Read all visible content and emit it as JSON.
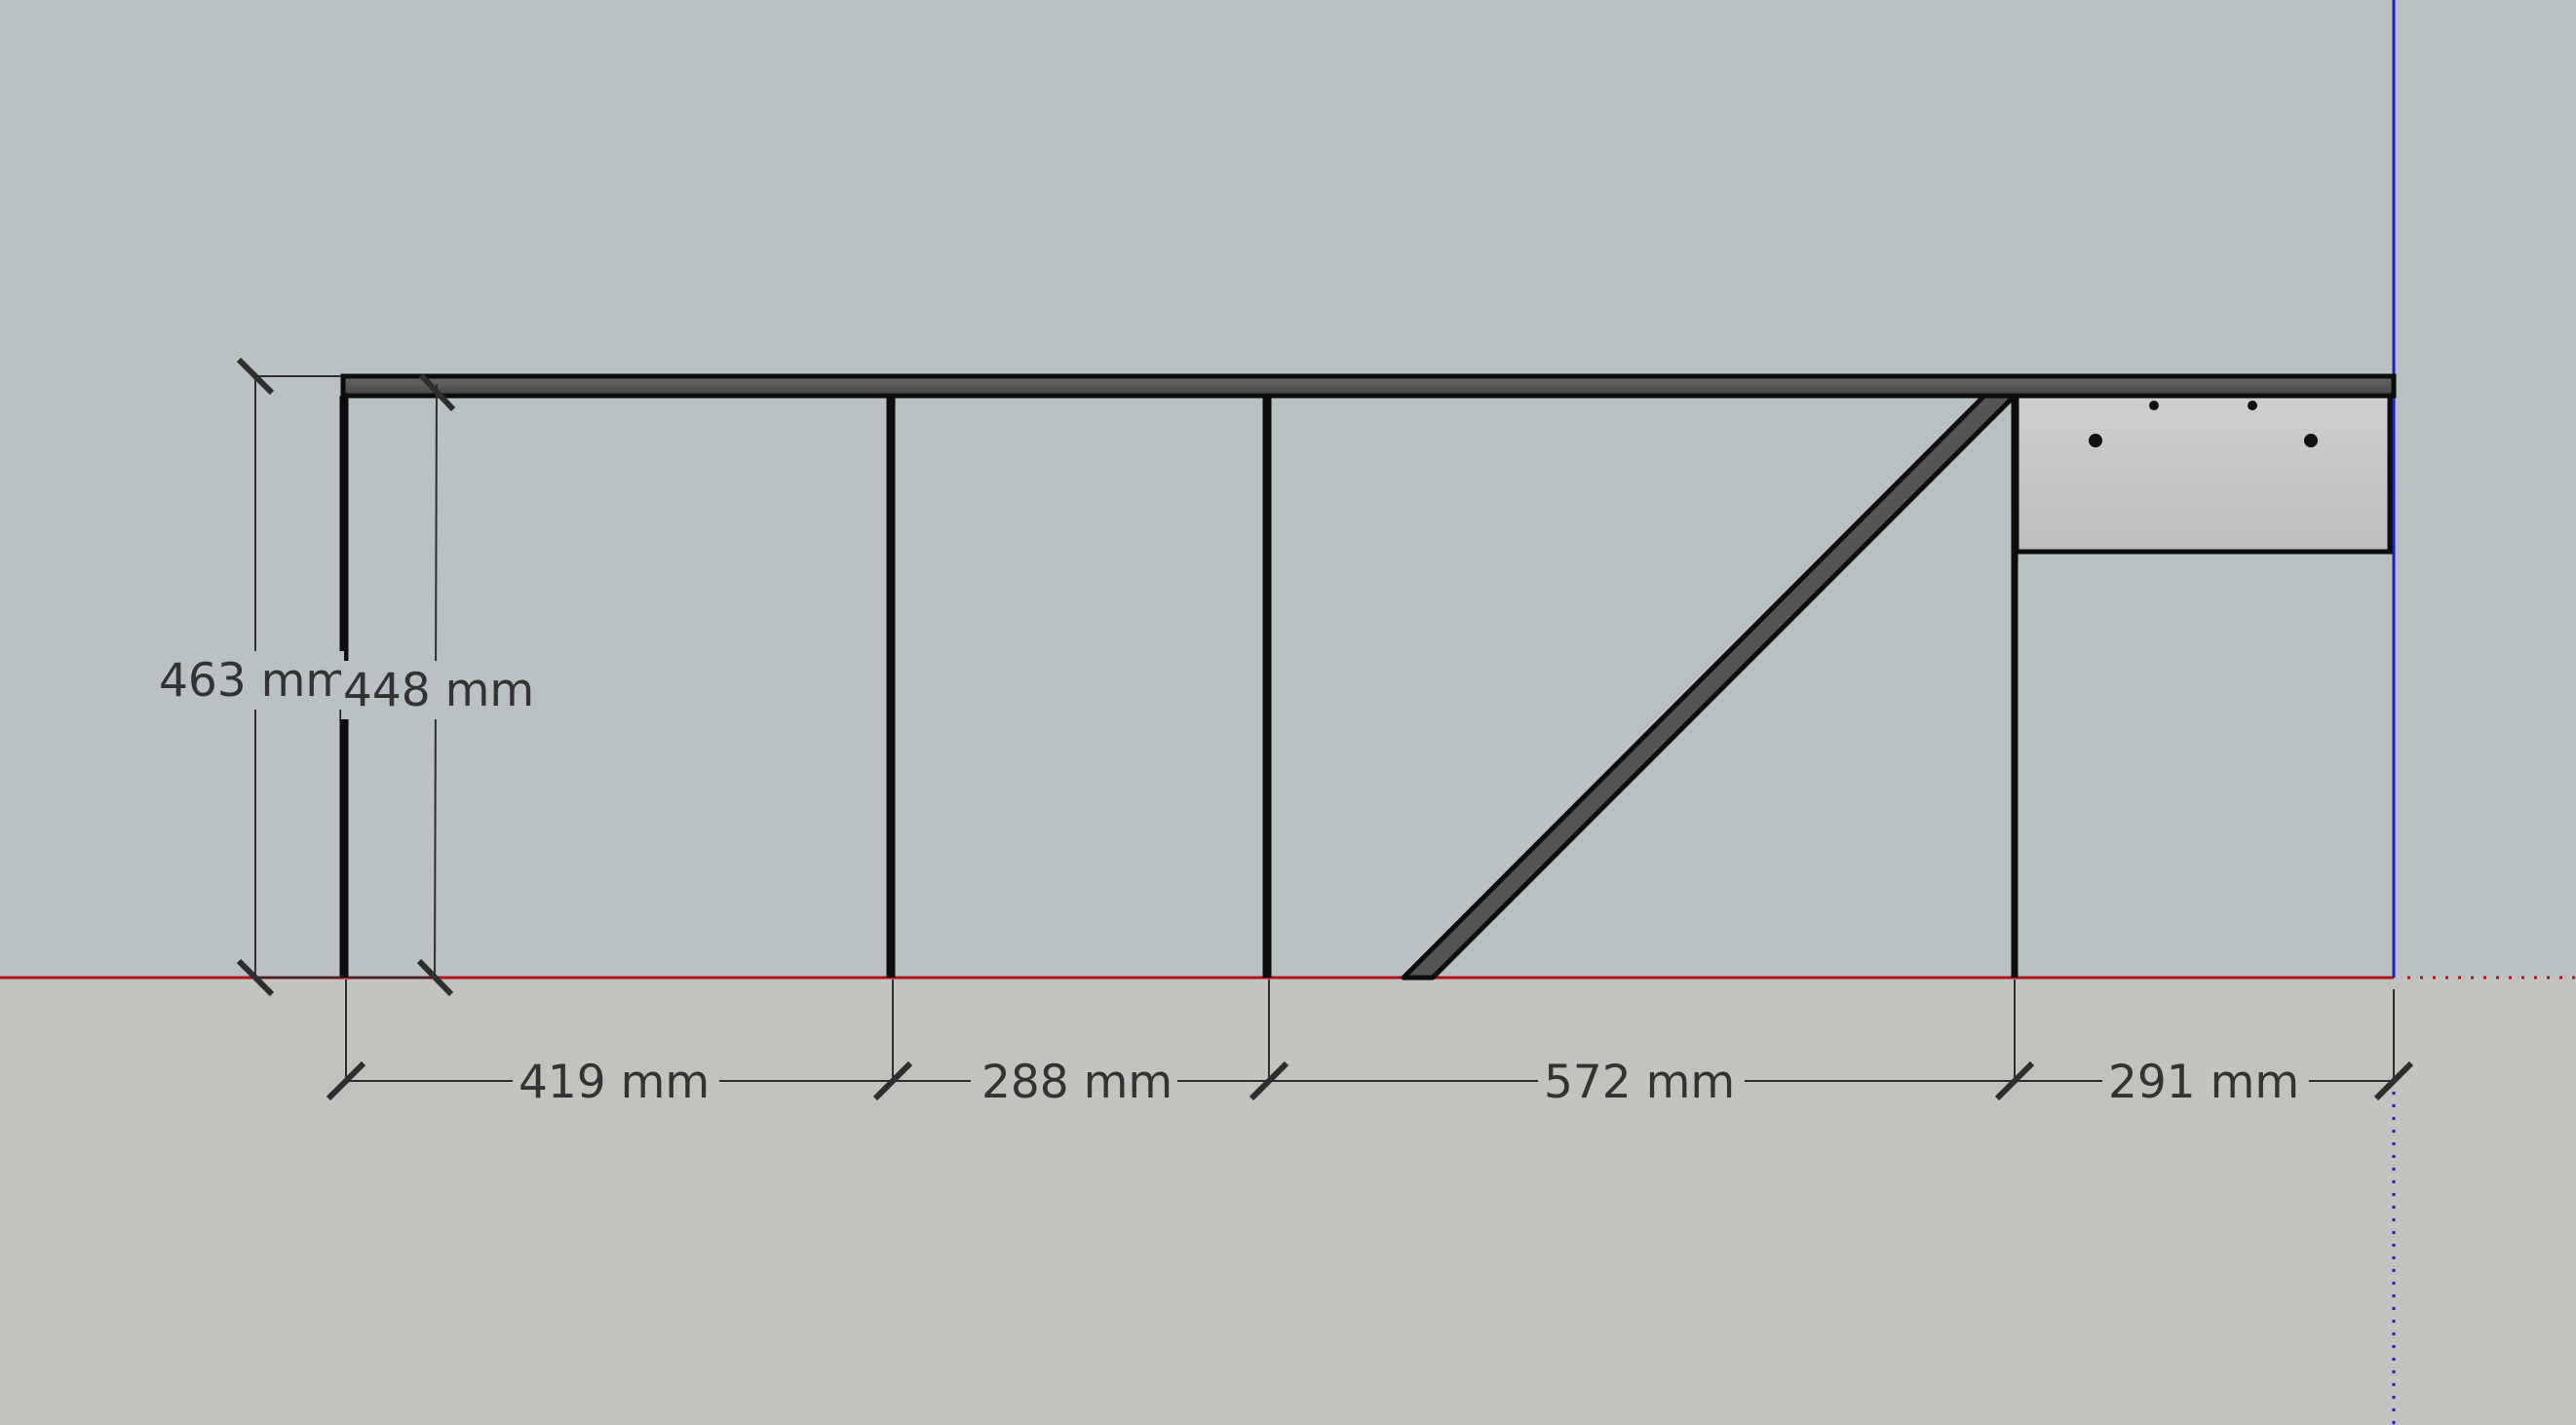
{
  "colors": {
    "sky": "#b9c1c3",
    "ground": "#c2c3be",
    "frame": "#0d0d0d",
    "tube_fill": "#555555",
    "box_fill": "#c7c7c5",
    "axis_red": "#b01418",
    "axis_blue": "#2020c0",
    "dimension_line": "#2e2e2e"
  },
  "dimensions": {
    "vertical_outer": "463 mm",
    "vertical_inner": "448 mm",
    "horizontal": [
      "419 mm",
      "288 mm",
      "572 mm",
      "291 mm"
    ]
  }
}
